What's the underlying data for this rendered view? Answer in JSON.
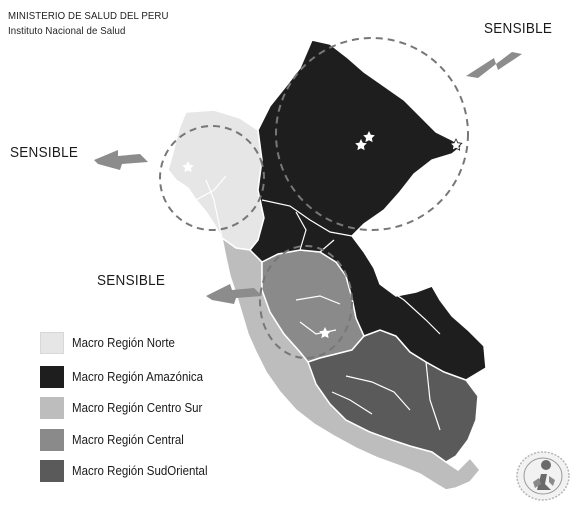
{
  "header": {
    "organization": "MINISTERIO DE SALUD DEL PERU",
    "institute": "Instituto Nacional de Salud"
  },
  "callouts": [
    {
      "label": "SENSIBLE"
    },
    {
      "label": "SENSIBLE"
    },
    {
      "label": "SENSIBLE"
    }
  ],
  "legend": [
    {
      "label": "Macro Región Norte",
      "color": "#e6e6e6"
    },
    {
      "label": "Macro Región Amazónica",
      "color": "#1e1e1e"
    },
    {
      "label": "Macro Región Centro Sur",
      "color": "#bdbdbd"
    },
    {
      "label": "Macro Región Central",
      "color": "#8a8a8a"
    },
    {
      "label": "Macro Región SudOriental",
      "color": "#5a5a5a"
    }
  ],
  "colors": {
    "border": "#ffffff",
    "dashed_circle": "#777777",
    "lightning": "#8c8c8c",
    "star": "#ffffff"
  },
  "icons": [
    "lightning-bolt-icon",
    "star-icon",
    "institute-seal-logo"
  ]
}
